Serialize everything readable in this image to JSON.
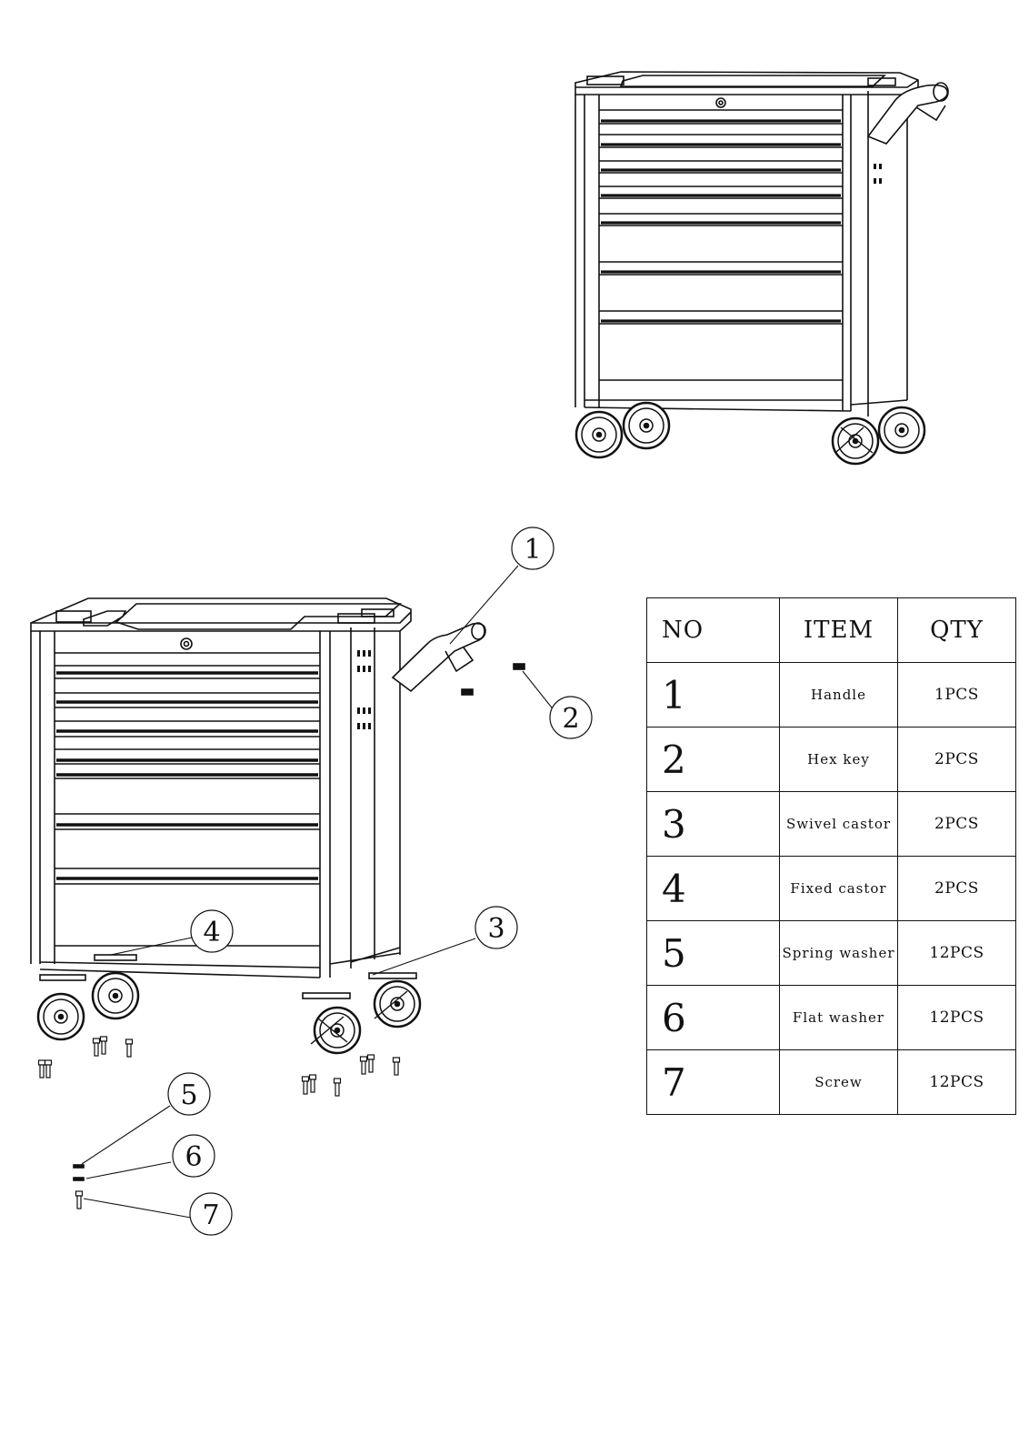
{
  "callouts": [
    "1",
    "2",
    "3",
    "4",
    "5",
    "6",
    "7"
  ],
  "table": {
    "headers": [
      "NO",
      "ITEM",
      "QTY"
    ],
    "rows": [
      {
        "no": "1",
        "item": "Handle",
        "qty": "1PCS"
      },
      {
        "no": "2",
        "item": "Hex key",
        "qty": "2PCS"
      },
      {
        "no": "3",
        "item": "Swivel castor",
        "qty": "2PCS"
      },
      {
        "no": "4",
        "item": "Fixed castor",
        "qty": "2PCS"
      },
      {
        "no": "5",
        "item": "Spring washer",
        "qty": "12PCS"
      },
      {
        "no": "6",
        "item": "Flat washer",
        "qty": "12PCS"
      },
      {
        "no": "7",
        "item": "Screw",
        "qty": "12PCS"
      }
    ]
  }
}
